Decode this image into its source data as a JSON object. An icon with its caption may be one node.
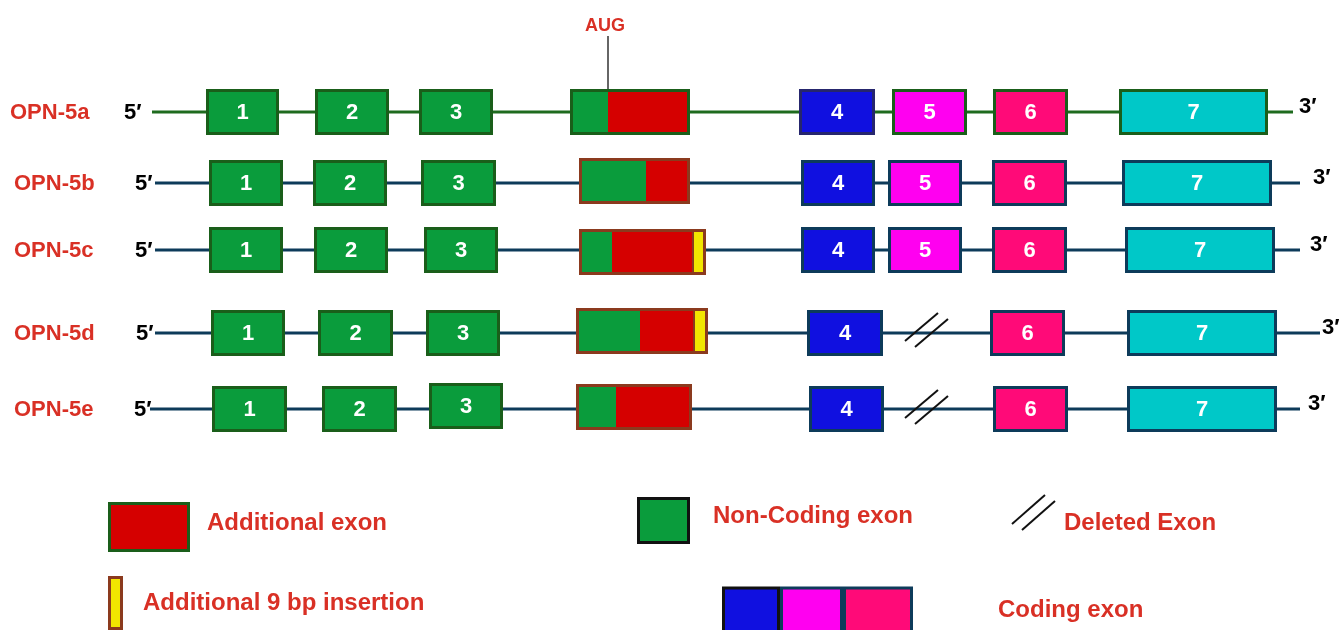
{
  "diagram": {
    "nodes": [
      {
        "text": [
          "AUG"
        ]
      },
      {
        "text": [
          "1"
        ]
      },
      {
        "text": [
          "2"
        ]
      },
      {
        "text": [
          "3"
        ]
      },
      {
        "text": [],
        "shape": "box"
      },
      {
        "text": [
          "4"
        ]
      },
      {
        "text": [
          "5"
        ]
      },
      {
        "text": [
          "6"
        ]
      },
      {
        "text": [
          "7"
        ]
      },
      {
        "text": [
          "1"
        ]
      },
      {
        "text": [
          "2"
        ]
      },
      {
        "text": [
          "3"
        ]
      },
      {
        "text": [],
        "shape": "box"
      },
      {
        "text": [
          "4"
        ]
      },
      {
        "text": [
          "5"
        ]
      },
      {
        "text": [
          "6"
        ]
      },
      {
        "text": [
          "7"
        ]
      },
      {
        "text": [
          "1"
        ]
      },
      {
        "text": [
          "2"
        ]
      },
      {
        "text": [
          "3"
        ]
      },
      {
        "text": [],
        "shape": "box"
      },
      {
        "text": [
          "4"
        ]
      },
      {
        "text": [
          "5"
        ]
      },
      {
        "text": [
          "6"
        ]
      },
      {
        "text": [
          "7"
        ]
      },
      {
        "text": [
          "1"
        ]
      },
      {
        "text": [
          "2"
        ]
      },
      {
        "text": [
          "3"
        ]
      },
      {
        "text": [],
        "shape": "box"
      },
      {
        "text": [
          "4"
        ]
      },
      {
        "text": [
          "6"
        ]
      },
      {
        "text": [
          "7"
        ]
      },
      {
        "text": [
          "1"
        ]
      },
      {
        "text": [
          "2"
        ]
      },
      {
        "text": [
          "3"
        ]
      },
      {
        "text": [],
        "shape": "box"
      },
      {
        "text": [
          "4"
        ]
      },
      {
        "text": [
          "6"
        ]
      },
      {
        "text": [
          "7"
        ]
      }
    ],
    "edges": [
      {
        "from": 0,
        "to": 4,
        "arrow": "none"
      }
    ],
    "labels": [
      "OPN-5a",
      "5′",
      "3′",
      "OPN-5b",
      "5′",
      "3′",
      "OPN-5c",
      "5′",
      "3′",
      "OPN-5d",
      "5′",
      "3′",
      "OPN-5e",
      "5′",
      "3′"
    ],
    "legend": [
      {
        "text": "Additional exon",
        "color": "#d50000"
      },
      {
        "text": "Non-Coding exon",
        "color": "#0a9c3c"
      },
      {
        "text": "Deleted Exon"
      },
      {
        "text": "Additional 9 bp insertion",
        "color": "#f2e600"
      },
      {
        "text": "Coding exon"
      }
    ]
  }
}
